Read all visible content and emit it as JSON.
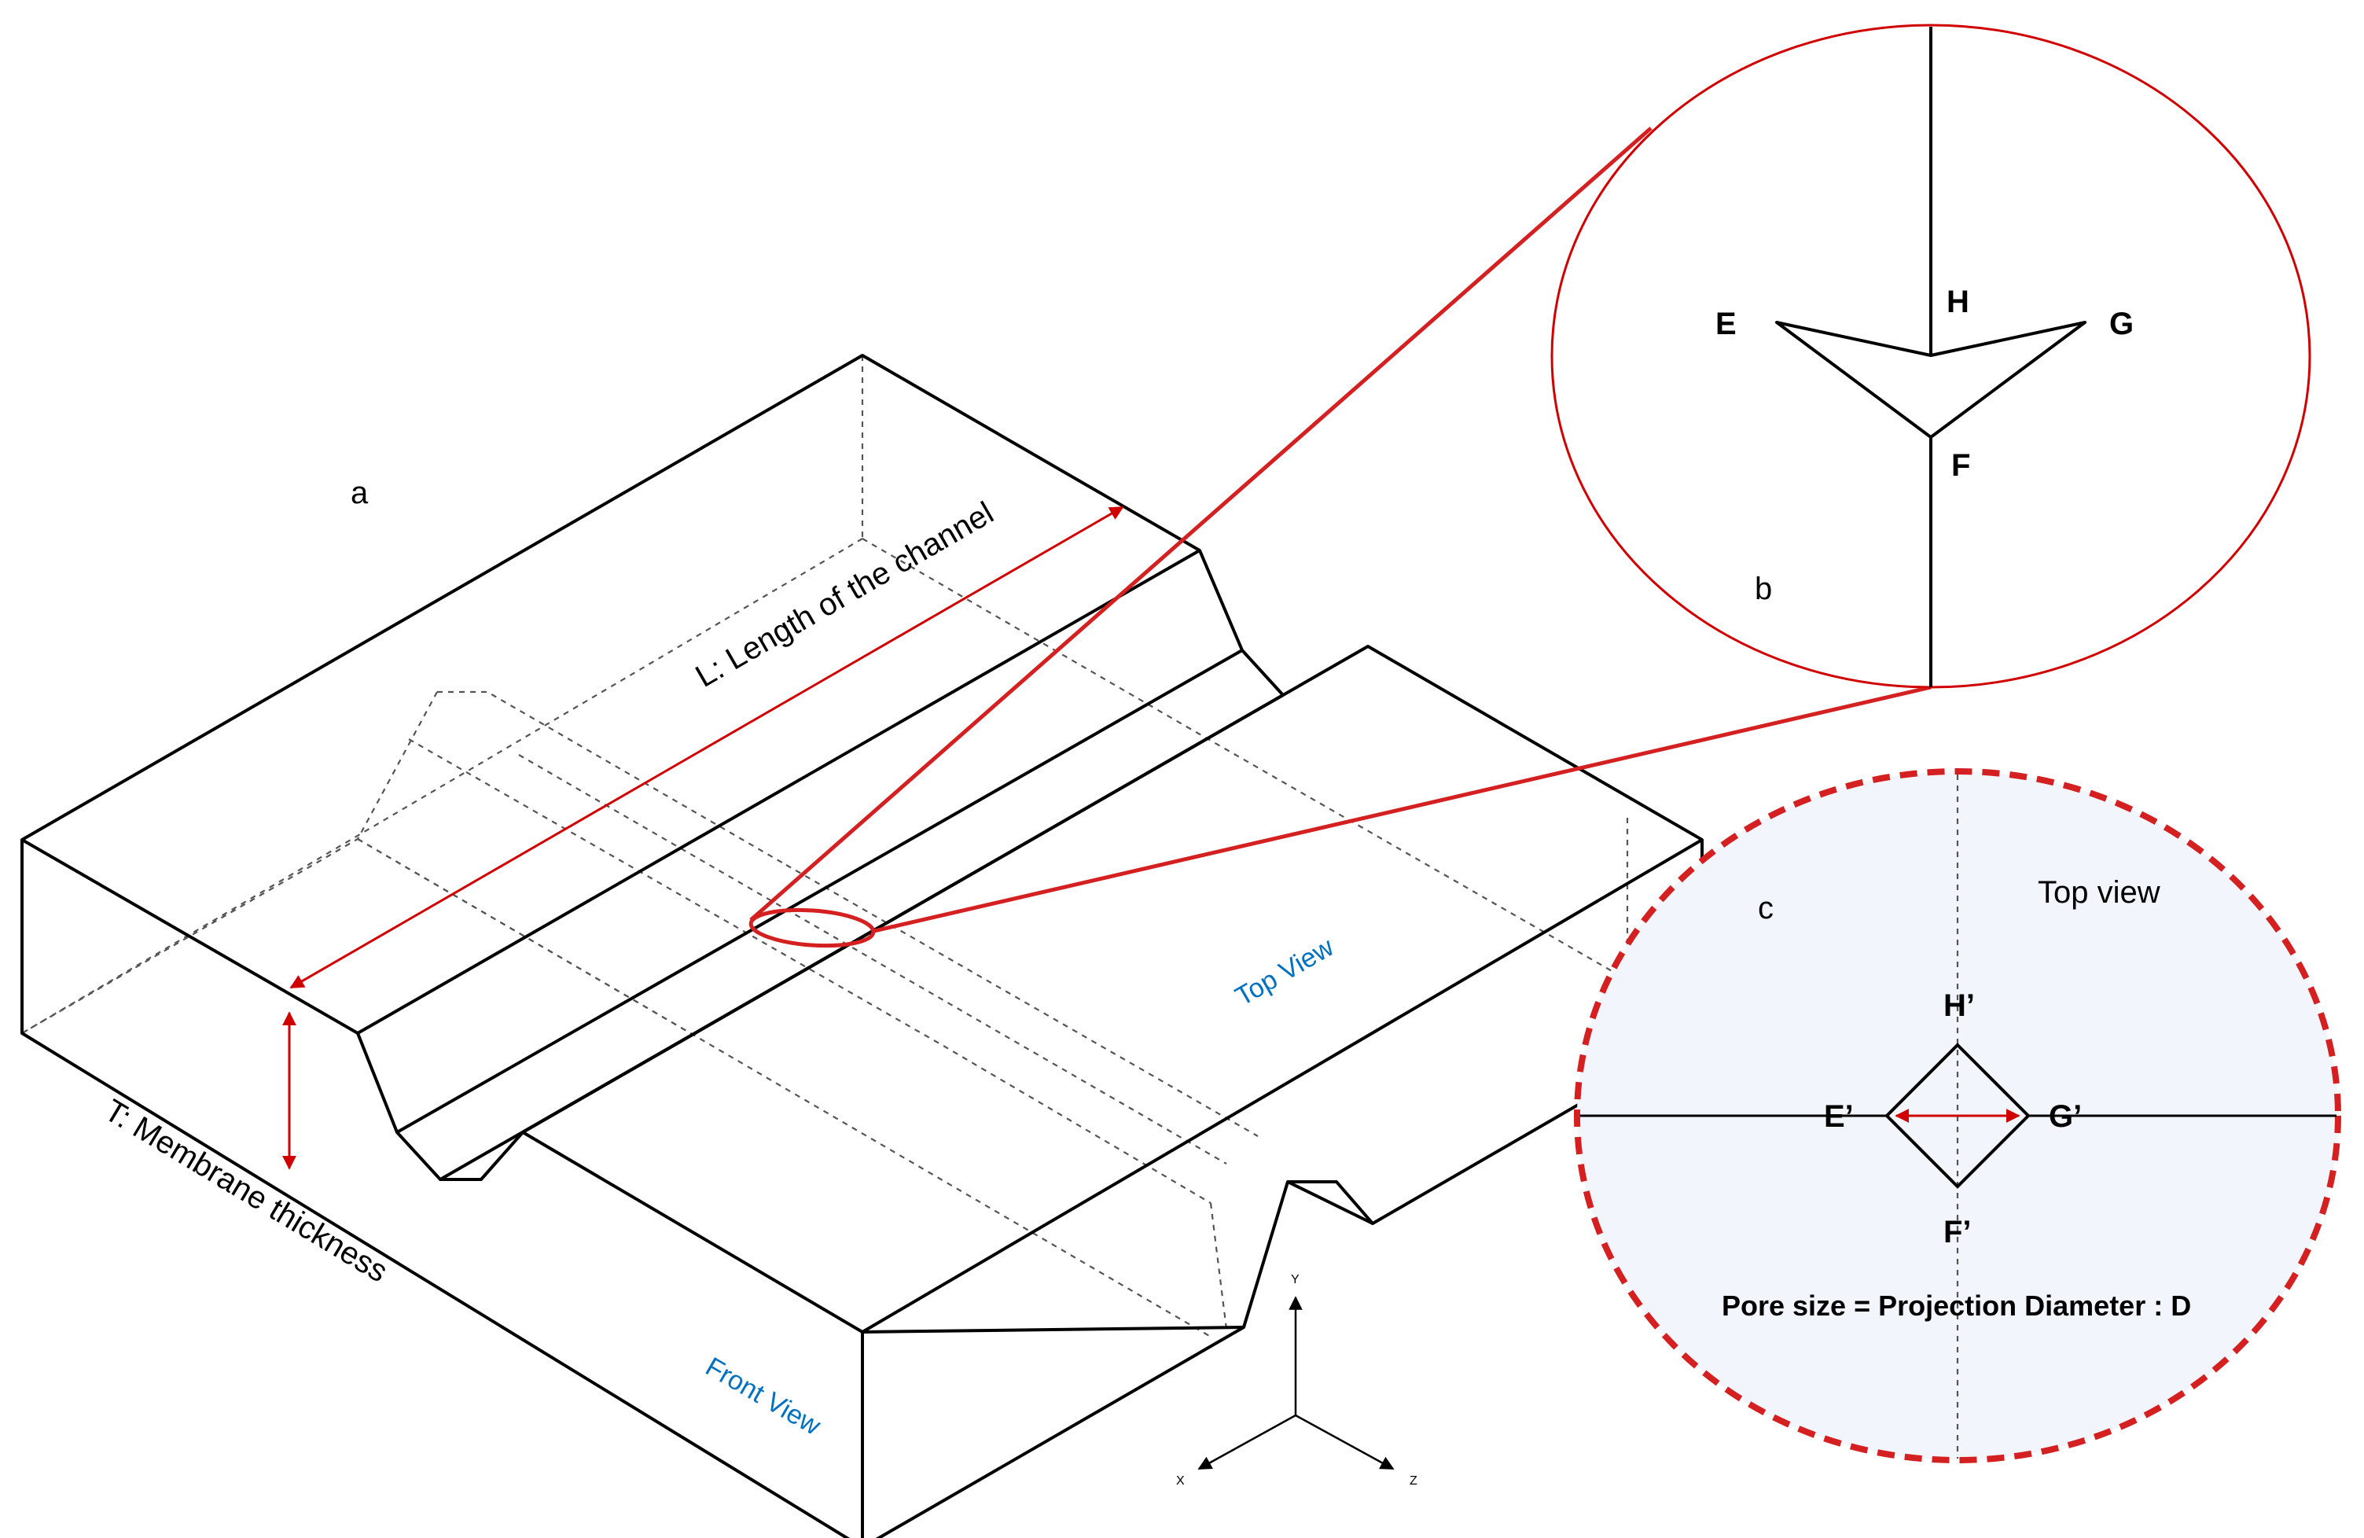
{
  "panels": {
    "a": "a",
    "b": "b",
    "c": "c"
  },
  "labels": {
    "length": "L: Length of the channel",
    "thickness": "T: Membrane thickness",
    "top_view_blue": "Top View",
    "front_view": "Front View",
    "top_view_c": "Top view",
    "pore_size": "Pore size = Projection Diameter : D"
  },
  "points_b": {
    "E": "E",
    "F": "F",
    "G": "G",
    "H": "H"
  },
  "points_c": {
    "E": "E’",
    "F": "F’",
    "G": "G’",
    "H": "H’"
  },
  "axes": {
    "x": "X",
    "y": "Y",
    "z": "Z"
  },
  "colors": {
    "outline": "#000000",
    "annotation_red": "#d00000",
    "view_label_blue": "#0070c0",
    "inset_c_fill": "#f2f5fc"
  }
}
